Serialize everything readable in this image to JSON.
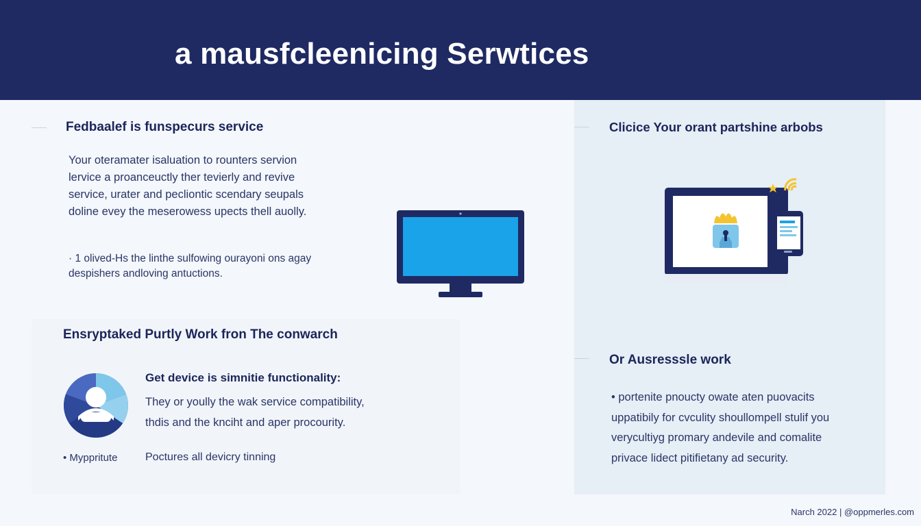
{
  "header": {
    "title": "a mausfcleenicing Serwtices"
  },
  "left_top": {
    "heading": "Fedbaalef is funspecurs service",
    "paragraph": [
      "Your oteramater isaluation to rounters servion",
      "lervice a proanceuctly ther tevierly and revive",
      "service, urater and pecliontic scendary seupals",
      "doline evey the meserowess upects thell auolly."
    ],
    "bullet": [
      "· 1 olived-Hs the linthe sulfowing ourayoni ons agay",
      "despishers andloving antuctions."
    ]
  },
  "left_bottom": {
    "heading": "Ensryptaked Purtly Work fron The conwarch",
    "subheading": "Get device is simnitie functionality:",
    "paragraph": [
      "They or yoully the wak service compatibility,",
      "thdis and the knciht and aper procourity."
    ],
    "bullet_label": "• Myppritute",
    "bullet_text": "Poctures all devicry tinning"
  },
  "right": {
    "heading1": "Clicice Your orant partshine arbobs",
    "heading2": "Or Ausresssle work",
    "paragraph": [
      "• portenite pnoucty owate aten puovacits",
      "uppatibily for cvculity shoullompell stulif you",
      "verycultiyg promary andevile and comalite",
      "privace lidect pitifietany ad security."
    ]
  },
  "footer": {
    "text": "Narch 2022 | @oppmerles.com"
  },
  "colors": {
    "header_bg": "#1f2a63",
    "accent_blue": "#1aa3e8",
    "navy": "#1f2a63",
    "gold": "#f4c430"
  }
}
